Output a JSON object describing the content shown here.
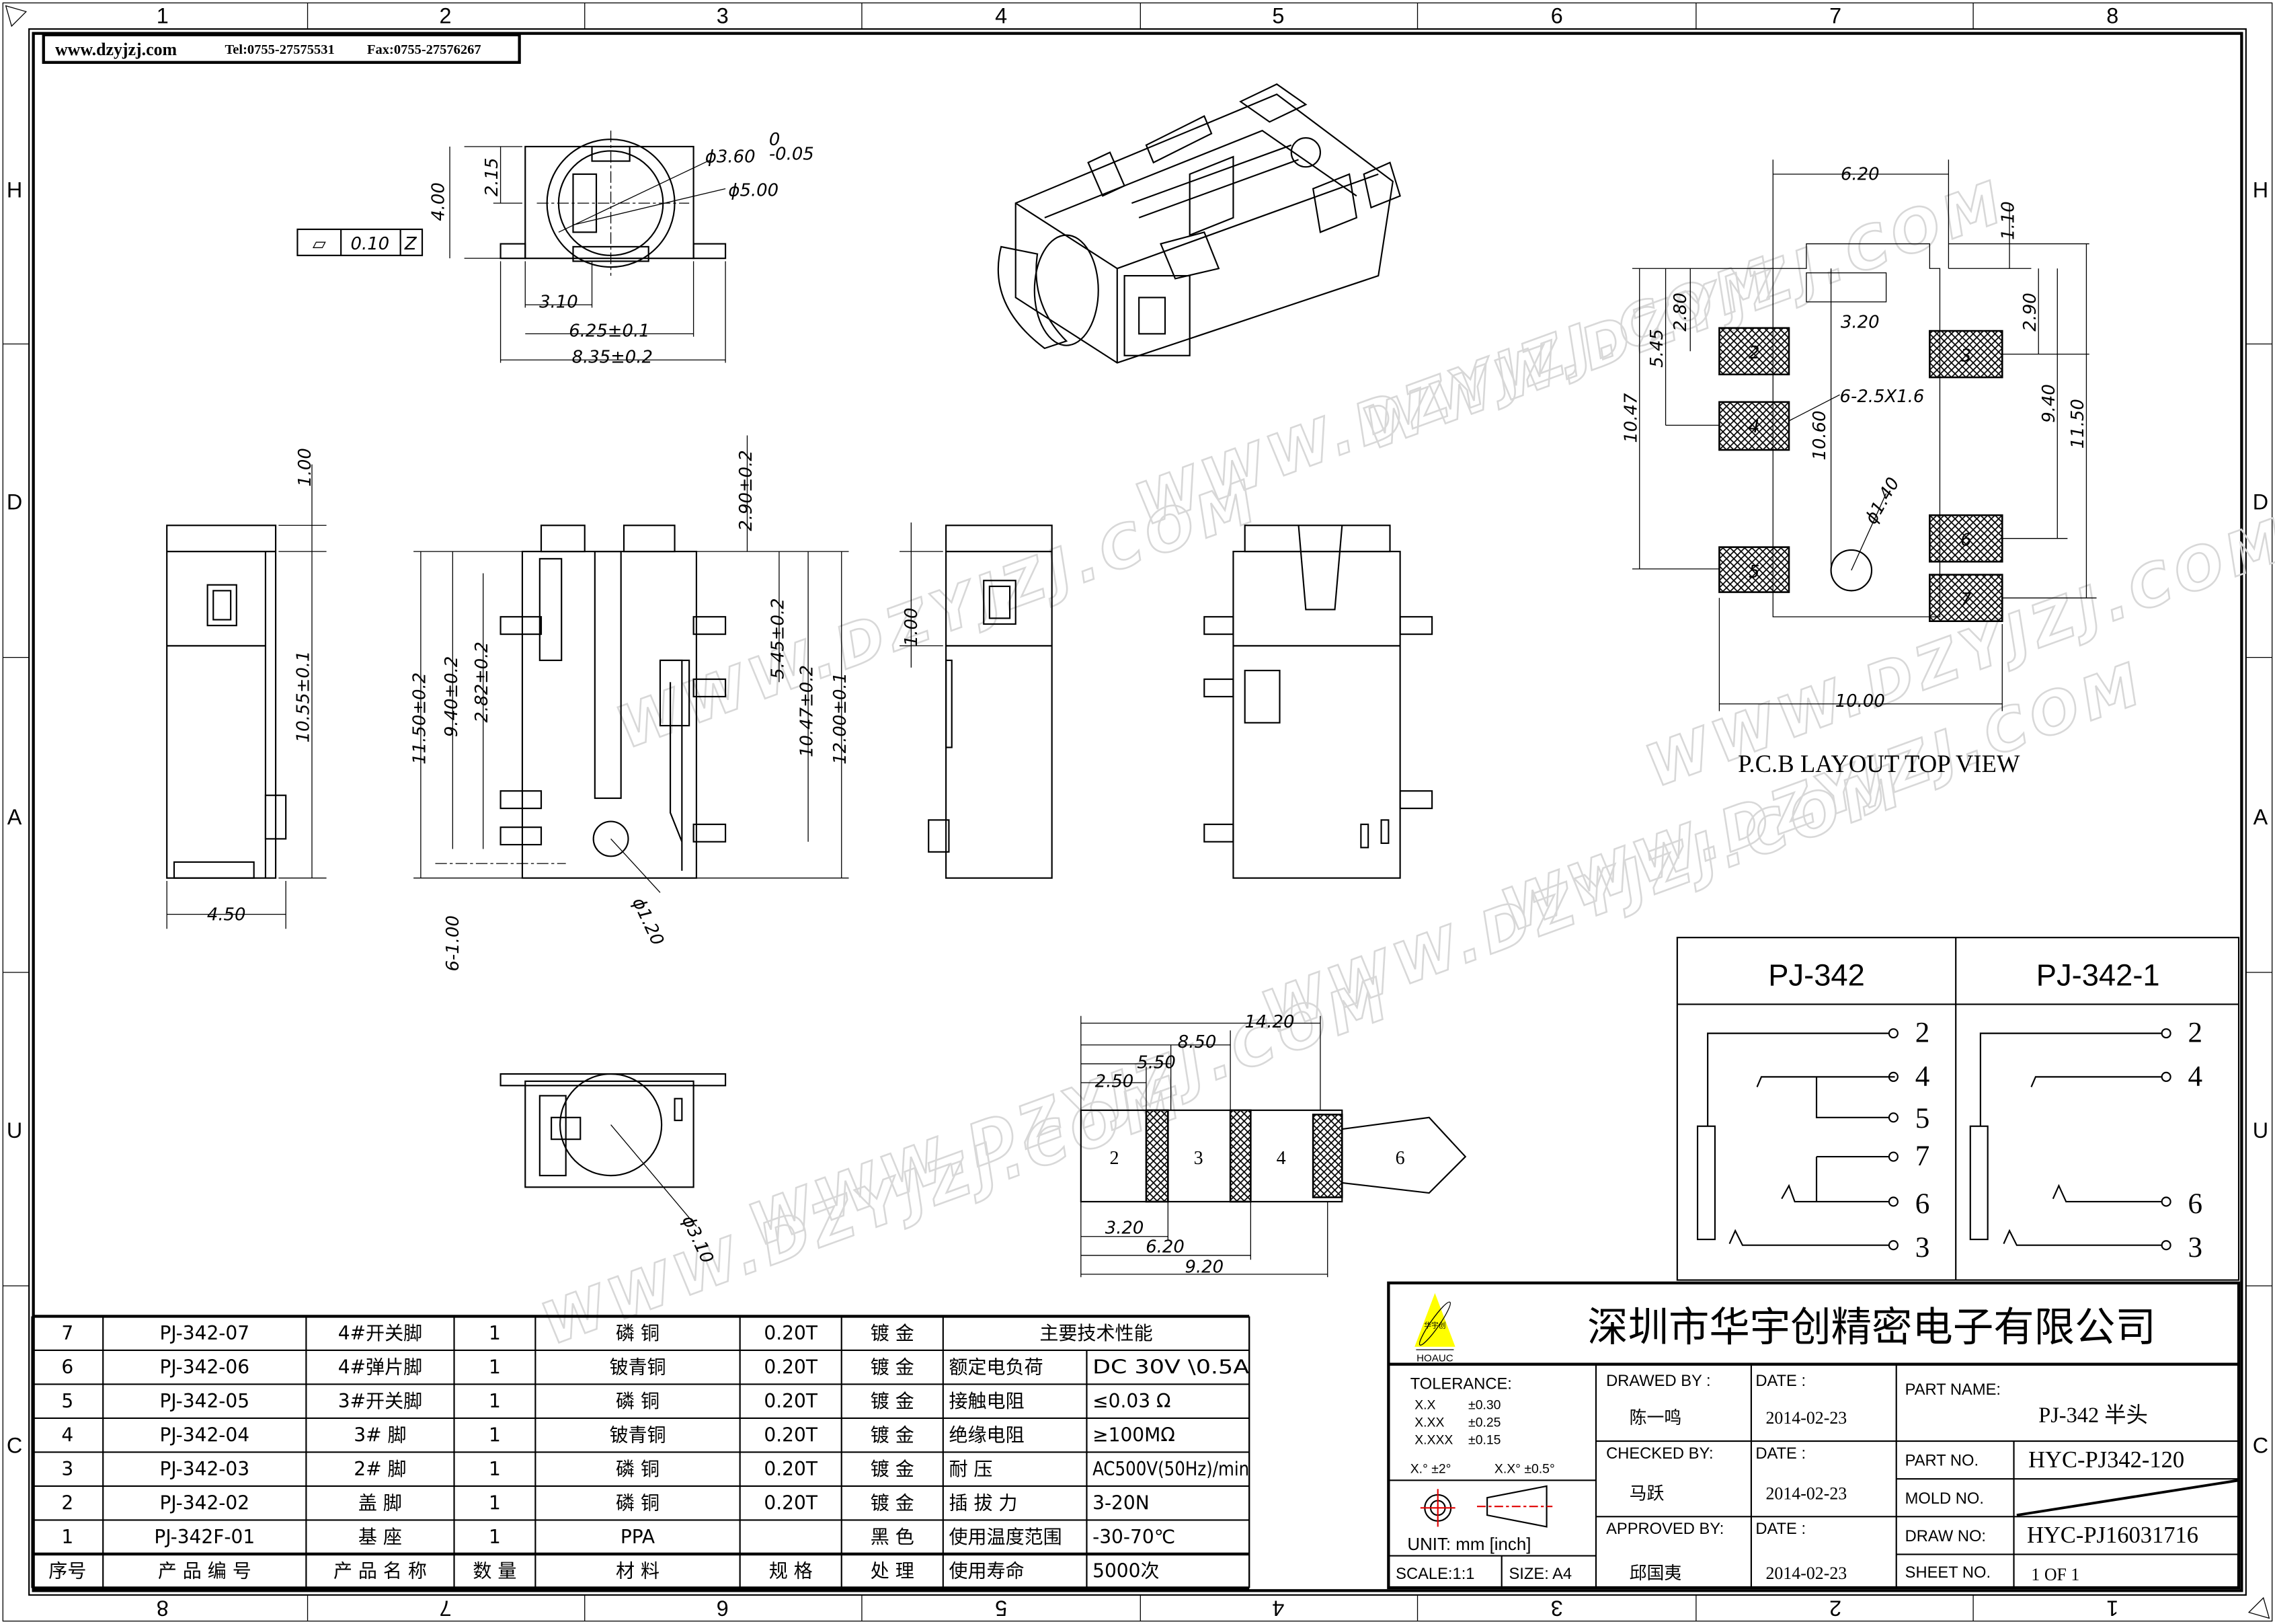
{
  "header": {
    "website": "www.dzyjzj.com",
    "tel": "Tel:0755-27575531",
    "fax": "Fax:0755-27576267"
  },
  "grid": {
    "columns": [
      "1",
      "2",
      "3",
      "4",
      "5",
      "6",
      "7",
      "8"
    ],
    "rows": [
      "H",
      "D",
      "A",
      "U",
      "C"
    ]
  },
  "watermark": "WWW.DZYJZJ.COM",
  "front_view": {
    "dims": [
      "2.15",
      "4.00",
      "ϕ3.60",
      "0",
      "-0.05",
      "ϕ5.00",
      "3.10",
      "6.25±0.1",
      "8.35±0.2"
    ],
    "flatness": {
      "symbol": "⏥",
      "value": "0.10",
      "datum": "Z"
    }
  },
  "side_view_left": {
    "dims": [
      "1.00",
      "10.55±0.1",
      "4.50"
    ]
  },
  "section_view": {
    "dims": [
      "11.50±0.2",
      "9.40±0.2",
      "2.82±0.2",
      "2.90±0.2",
      "5.45±0.2",
      "10.47±0.2",
      "12.00±0.1",
      "ϕ1.20",
      "6-1.00"
    ]
  },
  "side_view_right": {
    "dims": [
      "1.00"
    ]
  },
  "bottom_view": {
    "dims": [
      "ϕ3.10"
    ]
  },
  "plug": {
    "segments": [
      "2",
      "3",
      "4",
      "6"
    ],
    "dims": [
      "14.20",
      "8.50",
      "5.50",
      "2.50",
      "3.20",
      "6.20",
      "9.20"
    ]
  },
  "pcb": {
    "pads": [
      "2",
      "3",
      "4",
      "5",
      "6",
      "7"
    ],
    "dims": [
      "6.20",
      "1.10",
      "2.80",
      "2.90",
      "3.20",
      "5.45",
      "10.47",
      "10.60",
      "6-2.5X1.6",
      "9.40",
      "11.50",
      "ϕ1.40",
      "10.00"
    ],
    "caption": "P.C.B LAYOUT TOP VIEW"
  },
  "schematic": {
    "models": [
      {
        "name": "PJ-342",
        "pins": [
          "2",
          "4",
          "5",
          "7",
          "6",
          "3"
        ]
      },
      {
        "name": "PJ-342-1",
        "pins": [
          "2",
          "4",
          "6",
          "3"
        ]
      }
    ]
  },
  "bom": {
    "spec_title": "主要技术性能",
    "rows": [
      {
        "no": "7",
        "code": "PJ-342-07",
        "name": "4#开关脚",
        "qty": "1",
        "material": "磷 铜",
        "spec": "0.20T",
        "treatment": "镀 金",
        "perf_label": "",
        "perf_value": ""
      },
      {
        "no": "6",
        "code": "PJ-342-06",
        "name": "4#弹片脚",
        "qty": "1",
        "material": "铍青铜",
        "spec": "0.20T",
        "treatment": "镀 金",
        "perf_label": "额定电负荷",
        "perf_value": "DC 30V \\0.5A"
      },
      {
        "no": "5",
        "code": "PJ-342-05",
        "name": "3#开关脚",
        "qty": "1",
        "material": "磷 铜",
        "spec": "0.20T",
        "treatment": "镀 金",
        "perf_label": "接触电阻",
        "perf_value": "≤0.03 Ω"
      },
      {
        "no": "4",
        "code": "PJ-342-04",
        "name": "3# 脚",
        "qty": "1",
        "material": "铍青铜",
        "spec": "0.20T",
        "treatment": "镀 金",
        "perf_label": "绝缘电阻",
        "perf_value": "≥100MΩ"
      },
      {
        "no": "3",
        "code": "PJ-342-03",
        "name": "2# 脚",
        "qty": "1",
        "material": "磷 铜",
        "spec": "0.20T",
        "treatment": "镀 金",
        "perf_label": "耐    压",
        "perf_value": "AC500V(50Hz)/min"
      },
      {
        "no": "2",
        "code": "PJ-342-02",
        "name": "盖 脚",
        "qty": "1",
        "material": "磷 铜",
        "spec": "0.20T",
        "treatment": "镀 金",
        "perf_label": "插 拔 力",
        "perf_value": "3-20N"
      },
      {
        "no": "1",
        "code": "PJ-342F-01",
        "name": "基 座",
        "qty": "1",
        "material": "PPA",
        "spec": "",
        "treatment": "黑 色",
        "perf_label": "使用温度范围",
        "perf_value": "-30-70℃"
      },
      {
        "no": "序号",
        "code": "产 品 编 号",
        "name": "产 品 名 称",
        "qty": "数 量",
        "material": "材  料",
        "spec": "规 格",
        "treatment": "处 理",
        "perf_label": "使用寿命",
        "perf_value": "5000次"
      }
    ]
  },
  "title_block": {
    "logo_text": "华宇创",
    "logo_brand": "HOAUC",
    "company": "深圳市华宇创精密电子有限公司",
    "tolerance_label": "TOLERANCE:",
    "tolerances": [
      {
        "fmt": "X.X",
        "val": "±0.30"
      },
      {
        "fmt": "X.XX",
        "val": "±0.25"
      },
      {
        "fmt": "X.XXX",
        "val": "±0.15"
      }
    ],
    "angle_tol_1": "X.° ±2°",
    "angle_tol_2": "X.X° ±0.5°",
    "unit": "UNIT:  mm  [inch]",
    "scale": "SCALE:1:1",
    "size": "SIZE:  A4",
    "drawed_by_label": "DRAWED BY :",
    "drawed_by": "陈一鸣",
    "checked_by_label": "CHECKED BY:",
    "checked_by": "马跃",
    "approved_by_label": "APPROVED BY:",
    "approved_by": "邱国夷",
    "date_label": "DATE :",
    "drawed_date": "2014-02-23",
    "checked_date": "2014-02-23",
    "approved_date": "2014-02-23",
    "part_name_label": "PART NAME:",
    "part_name": "PJ-342 半头",
    "part_no_label": "PART NO.",
    "part_no": "HYC-PJ342-120",
    "mold_no_label": "MOLD NO.",
    "draw_no_label": "DRAW NO:",
    "draw_no": "HYC-PJ16031716",
    "sheet_no_label": "SHEET NO.",
    "sheet_no": "1 OF 1"
  }
}
